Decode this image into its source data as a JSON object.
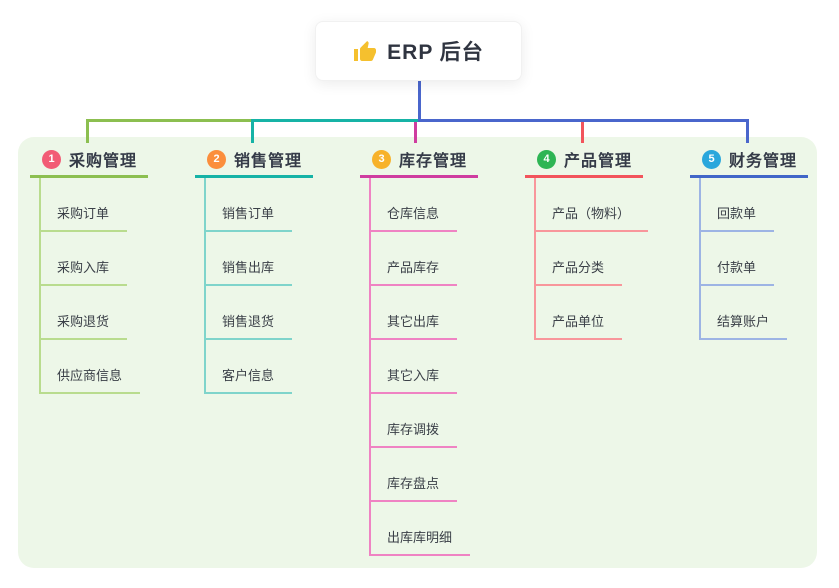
{
  "root": {
    "title": "ERP 后台",
    "icon": "thumbs-up-icon",
    "icon_color": "#f5c02e",
    "connector_color": "#4a66cc"
  },
  "panel": {
    "background_color": "#edf7e8"
  },
  "branches": [
    {
      "badge": "1",
      "label": "采购管理",
      "badge_color": "#f25c75",
      "line_color": "#8cbf50",
      "child_line_color": "#b9dc8e",
      "children": [
        "采购订单",
        "采购入库",
        "采购退货",
        "供应商信息"
      ]
    },
    {
      "badge": "2",
      "label": "销售管理",
      "badge_color": "#fb8e3c",
      "line_color": "#16b3a6",
      "child_line_color": "#7fd4cb",
      "children": [
        "销售订单",
        "销售出库",
        "销售退货",
        "客户信息"
      ]
    },
    {
      "badge": "3",
      "label": "库存管理",
      "badge_color": "#f7b22a",
      "line_color": "#cf3da0",
      "child_line_color": "#ef83c3",
      "children": [
        "仓库信息",
        "产品库存",
        "其它出库",
        "其它入库",
        "库存调拨",
        "库存盘点",
        "出库库明细"
      ]
    },
    {
      "badge": "4",
      "label": "产品管理",
      "badge_color": "#2eb554",
      "line_color": "#f2545c",
      "child_line_color": "#f8969b",
      "children": [
        "产品（物料）",
        "产品分类",
        "产品单位"
      ]
    },
    {
      "badge": "5",
      "label": "财务管理",
      "badge_color": "#2aa7dc",
      "line_color": "#4166c8",
      "child_line_color": "#9db4e4",
      "children": [
        "回款单",
        "付款单",
        "结算账户"
      ]
    }
  ]
}
